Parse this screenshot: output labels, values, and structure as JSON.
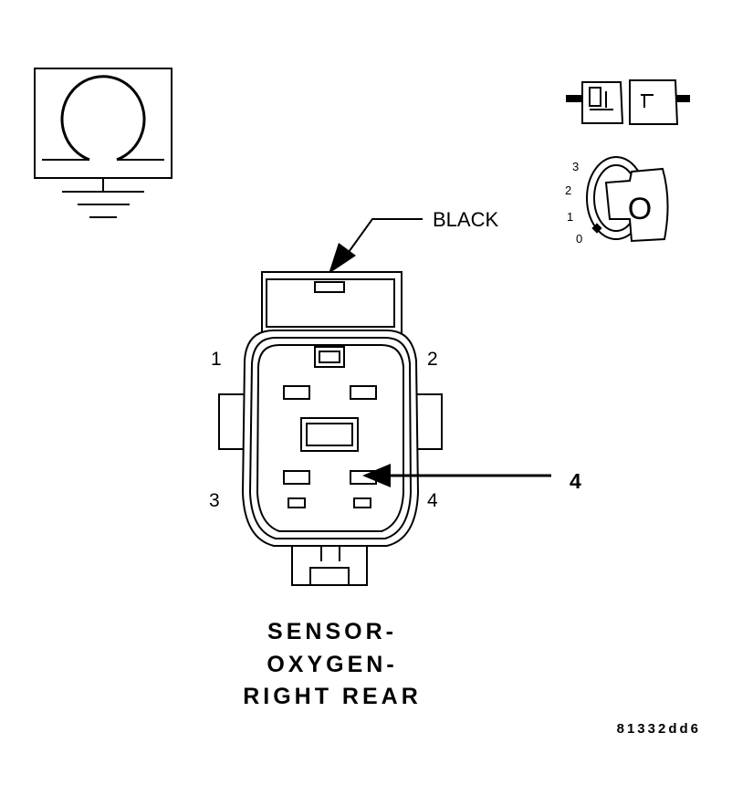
{
  "wire_color_label": "BLACK",
  "pin_labels": {
    "pin1": "1",
    "pin2": "2",
    "pin3": "3",
    "pin4": "4"
  },
  "callout_label": "4",
  "component_title": [
    "SENSOR-",
    "OXYGEN-",
    "RIGHT REAR"
  ],
  "figure_code": "81332dd6",
  "ignition_positions": [
    "3",
    "2",
    "1",
    "0"
  ],
  "ignition_key_letter": "O",
  "icons": {
    "ohmmeter": "ohm-meter-ground-icon",
    "connector": "disconnected-connector-icon",
    "ignition": "ignition-key-off-icon"
  }
}
